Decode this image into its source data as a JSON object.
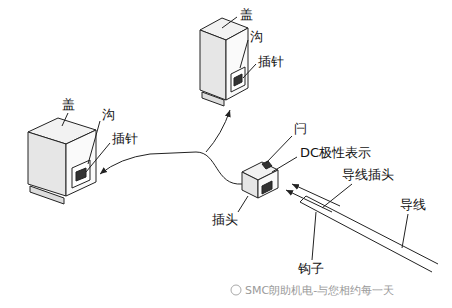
{
  "diagram": {
    "labels": [
      "盖",
      "沟",
      "插针",
      "盖",
      "沟",
      "插针",
      "闩",
      "DC极性表示",
      "插头",
      "导线插头",
      "导线",
      "钩子",
      "SMC朗助机电-与您相约每一天"
    ]
  }
}
